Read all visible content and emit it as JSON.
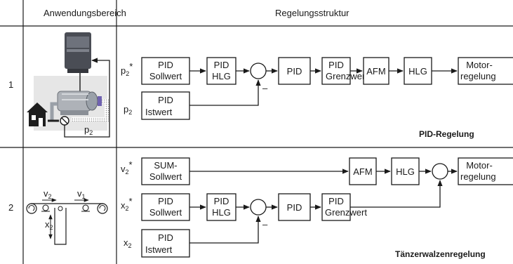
{
  "header": {
    "row_number": "",
    "application_area": "Anwendungsbereich",
    "control_structure": "Regelungsstruktur"
  },
  "rows": [
    {
      "number": "1",
      "caption": "PID-Regelung",
      "inputs": [
        {
          "symbol": "p",
          "sub": "2",
          "sup": "*"
        },
        {
          "symbol": "p",
          "sub": "2",
          "sup": ""
        }
      ],
      "blocks": {
        "setpoint": [
          "PID",
          "Sollwert"
        ],
        "hlg1": [
          "PID",
          "HLG"
        ],
        "pid": [
          "PID"
        ],
        "limit": [
          "PID",
          "Grenzwert"
        ],
        "afm": [
          "AFM"
        ],
        "hlg2": [
          "HLG"
        ],
        "motor": [
          "Motor-",
          "regelung"
        ],
        "actual": [
          "PID",
          "Istwert"
        ]
      },
      "minus_sign": "–",
      "illustration_label": {
        "symbol": "p",
        "sub": "2"
      }
    },
    {
      "number": "2",
      "caption": "Tänzerwalzenregelung",
      "inputs": [
        {
          "symbol": "v",
          "sub": "2",
          "sup": "*"
        },
        {
          "symbol": "x",
          "sub": "2",
          "sup": "*"
        },
        {
          "symbol": "x",
          "sub": "2",
          "sup": ""
        }
      ],
      "blocks": {
        "sum": [
          "SUM-",
          "Sollwert"
        ],
        "afm": [
          "AFM"
        ],
        "hlg2": [
          "HLG"
        ],
        "motor": [
          "Motor-",
          "regelung"
        ],
        "setpoint": [
          "PID",
          "Sollwert"
        ],
        "hlg1": [
          "PID",
          "HLG"
        ],
        "pid": [
          "PID"
        ],
        "limit": [
          "PID",
          "Grenzwert"
        ],
        "actual": [
          "PID",
          "Istwert"
        ]
      },
      "minus_sign": "–",
      "illustration_labels": {
        "v2": {
          "symbol": "v",
          "sub": "2"
        },
        "v1": {
          "symbol": "v",
          "sub": "1"
        },
        "x2": {
          "symbol": "x",
          "sub": "2"
        }
      }
    }
  ],
  "icon_names": [
    "house-icon",
    "pump-motor-icon",
    "frequency-inverter-icon",
    "pressure-sensor-icon",
    "dancer-roller-icon"
  ]
}
